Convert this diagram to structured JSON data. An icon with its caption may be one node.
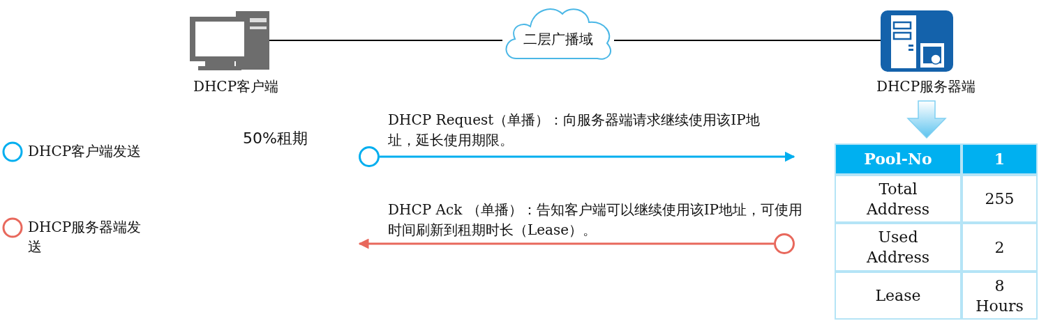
{
  "diagram": {
    "nodes": [
      {
        "text": [],
        "shape": "computer",
        "beside": [
          "DHCP客户端"
        ]
      },
      {
        "text": [
          "二层广播域"
        ]
      },
      {
        "text": [],
        "shape": "server",
        "beside": [
          "DHCP服务器端"
        ]
      },
      {
        "text": [],
        "shape": "circle"
      },
      {
        "text": [],
        "shape": "circle"
      }
    ],
    "edges": [
      {
        "from": 0,
        "to": 1,
        "arrow": "none"
      },
      {
        "from": 1,
        "to": 2,
        "arrow": "none"
      },
      {
        "from": 3,
        "to": null,
        "arrow": "to",
        "label": "DHCP Request（单播）：向服务器端请求继续使用该IP地址，延长使用期限。",
        "color": "#00aeef"
      },
      {
        "from": 4,
        "to": null,
        "arrow": "to",
        "label": "DHCP Ack （单播）：告知客户端可以继续使用该IP地址，可使用时间刷新到租期时长（Lease）。",
        "color": "#e8685c"
      }
    ],
    "labels": [
      "50%租期",
      "Pool-No",
      "1",
      "Total Address",
      "255",
      "Used Address",
      "2",
      "Lease",
      "8 Hours"
    ],
    "legend": [
      {
        "text": "DHCP客户端发送",
        "color": "#00aeef"
      },
      {
        "text": "DHCP服务器端发送",
        "color": "#e8685c"
      }
    ]
  }
}
